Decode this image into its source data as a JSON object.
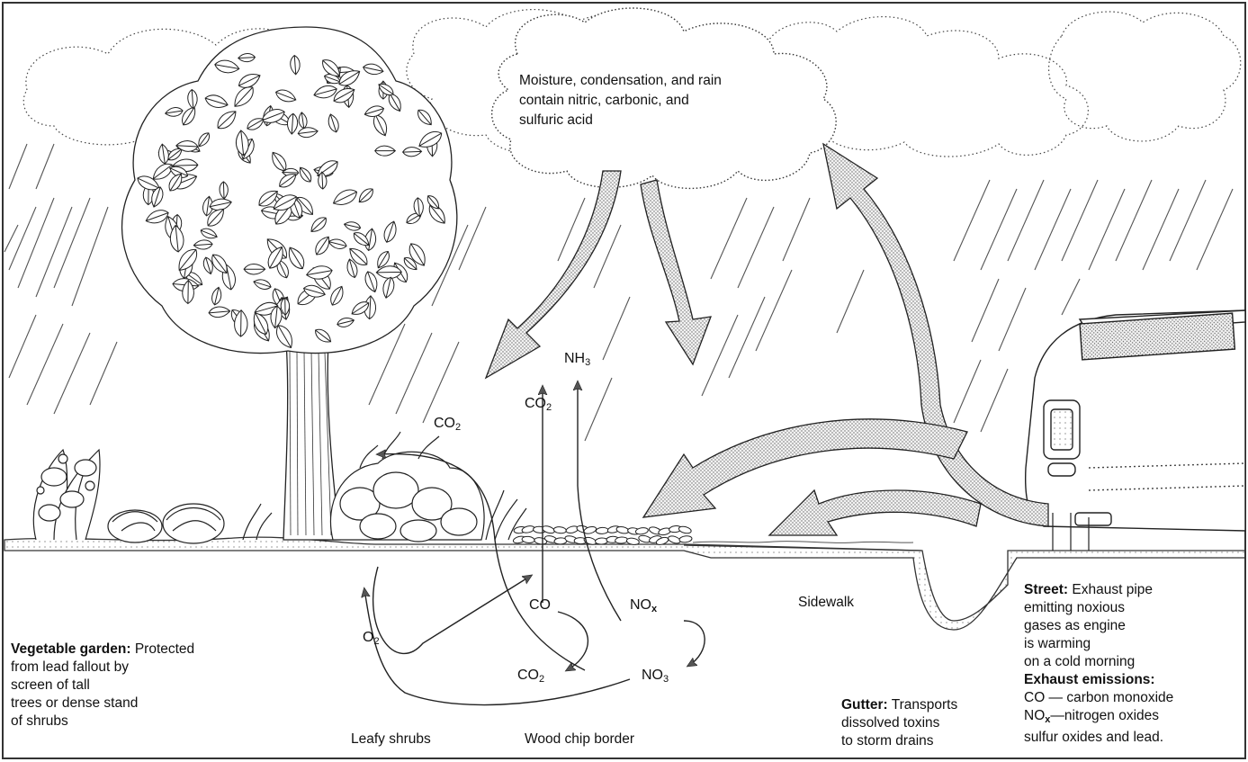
{
  "cloud_text": [
    "Moisture, condensation, and rain",
    "contain nitric, carbonic, and",
    "sulfuric acid"
  ],
  "chem": {
    "nh3": {
      "base": "NH",
      "sub": "3"
    },
    "co2_top": {
      "base": "CO",
      "sub": "2"
    },
    "co2_left": {
      "base": "CO",
      "sub": "2"
    },
    "co": {
      "base": "CO"
    },
    "nox": {
      "base": "NO",
      "sub": "x"
    },
    "o2": {
      "base": "O",
      "sub": "2"
    },
    "co2_bottom": {
      "base": "CO",
      "sub": "2"
    },
    "no3": {
      "base": "NO",
      "sub": "3"
    }
  },
  "labels": {
    "sidewalk": "Sidewalk",
    "leafy_shrubs": "Leafy shrubs",
    "wood_chip": "Wood chip border"
  },
  "garden": {
    "title": "Vegetable garden:",
    "lines": [
      " Protected",
      "from lead fallout by",
      "screen of tall",
      "trees or dense stand",
      "of shrubs"
    ]
  },
  "gutter": {
    "title": "Gutter:",
    "lines": [
      " Transports",
      "dissolved toxins",
      "to storm drains"
    ]
  },
  "street": {
    "title": "Street:",
    "lines": [
      " Exhaust pipe",
      "emitting noxious",
      "gases as engine",
      "is warming",
      "on a cold morning"
    ],
    "emissions_title": "Exhaust emissions:",
    "emissions": [
      "CO — carbon monoxide",
      "—nitrogen oxides",
      "sulfur oxides and lead."
    ],
    "nox": {
      "base": "NO",
      "sub": "x"
    }
  }
}
